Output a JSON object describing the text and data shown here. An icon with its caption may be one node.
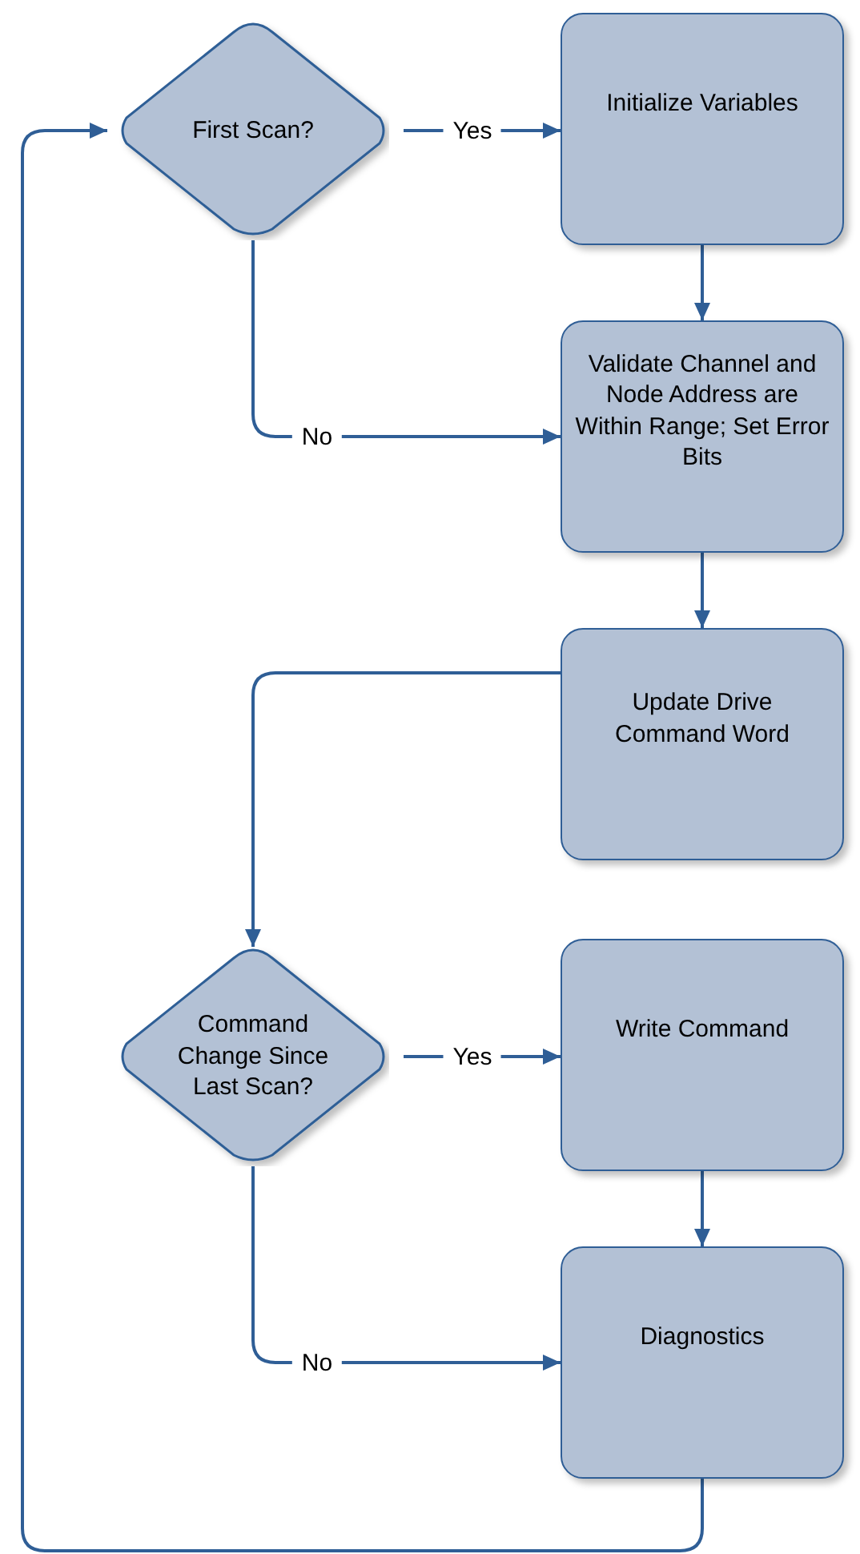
{
  "diagram": {
    "nodes": [
      {
        "text": [
          "First Scan?"
        ]
      },
      {
        "text": [
          "Initialize Variables"
        ]
      },
      {
        "text": [
          "Validate Channel and Node Address are Within Range; Set Error Bits"
        ]
      },
      {
        "text": [
          "Update Drive Command Word"
        ]
      },
      {
        "text": [
          "Command Change Since Last Scan?"
        ]
      },
      {
        "text": [
          "Write Command"
        ]
      },
      {
        "text": [
          "Diagnostics"
        ]
      }
    ],
    "edges": [
      {
        "from": 0,
        "to": 1,
        "arrow": "to",
        "label": "Yes"
      },
      {
        "from": 0,
        "to": 2,
        "arrow": "to",
        "label": "No"
      },
      {
        "from": 1,
        "to": 2,
        "arrow": "to"
      },
      {
        "from": 2,
        "to": 3,
        "arrow": "to"
      },
      {
        "from": 3,
        "to": 4,
        "arrow": "to"
      },
      {
        "from": 4,
        "to": 5,
        "arrow": "to",
        "label": "Yes"
      },
      {
        "from": 4,
        "to": 6,
        "arrow": "to",
        "label": "No"
      },
      {
        "from": 5,
        "to": 6,
        "arrow": "to"
      },
      {
        "from": 6,
        "to": 0,
        "arrow": "to"
      }
    ]
  }
}
